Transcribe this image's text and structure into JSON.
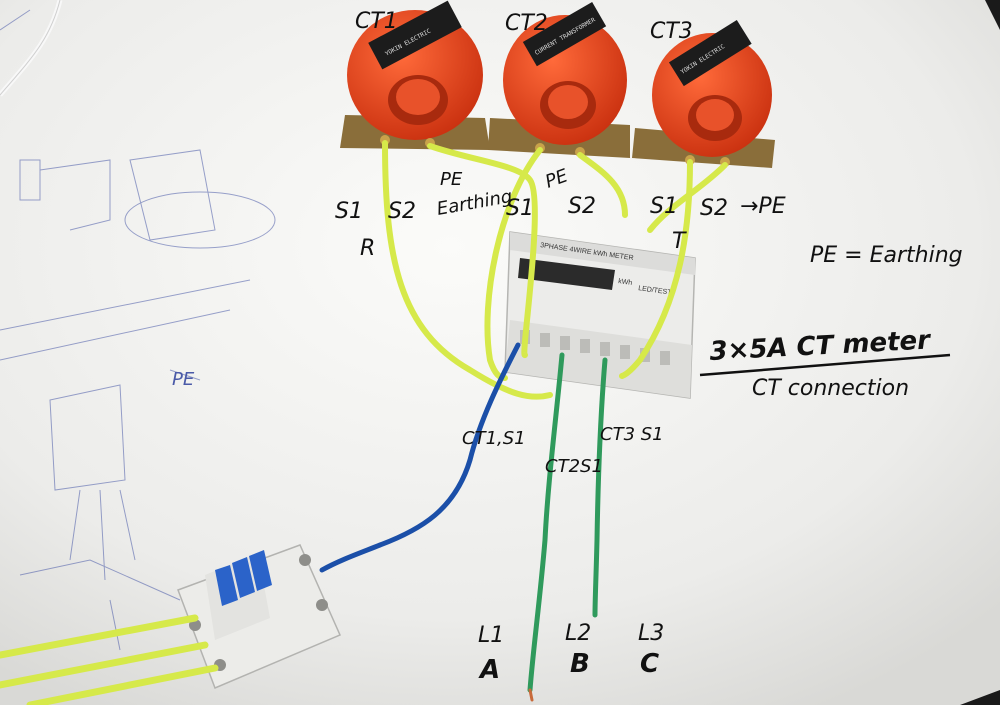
{
  "labels": {
    "ct1": "CT1",
    "ct2": "CT2",
    "ct3": "CT3",
    "ct1_s1": "S1",
    "ct1_s2": "S2",
    "ct2_s1": "S1",
    "ct2_s2": "S2",
    "ct3_s1": "S1",
    "ct3_s2": "S2",
    "r": "R",
    "t": "T",
    "pe_arrow_1": "PE",
    "earthing_1": "Earthing",
    "pe_arrow_2": "PE",
    "pe_arrow_3": "→PE",
    "pe_legend": "PE = Earthing",
    "meter_title": "3×5A CT meter",
    "meter_subtitle": "CT connection",
    "ct1_s1_wire": "CT1,S1",
    "ct2_s1_wire": "CT2S1",
    "ct3_s1_wire": "CT3 S1",
    "l1": "L1",
    "l2": "L2",
    "l3": "L3",
    "phase_a": "A",
    "phase_b": "B",
    "phase_c": "C",
    "sketch_pe": "PE"
  },
  "device_text": {
    "ct_brand": "YOKIN ELECTRIC",
    "ct_type": "CURRENT TRANSFORMER",
    "meter_header": "3PHASE 4WIRE kWh METER",
    "meter_unit": "kWh",
    "meter_led": "LED/TEST"
  },
  "colors": {
    "paper": "#f4f4f1",
    "ct_orange": "#e2401c",
    "wire_yellow_green": "#d6e94a",
    "wire_blue": "#1b4fa8",
    "wire_green": "#2f9a5c",
    "meter_body": "#e9e9e6"
  }
}
